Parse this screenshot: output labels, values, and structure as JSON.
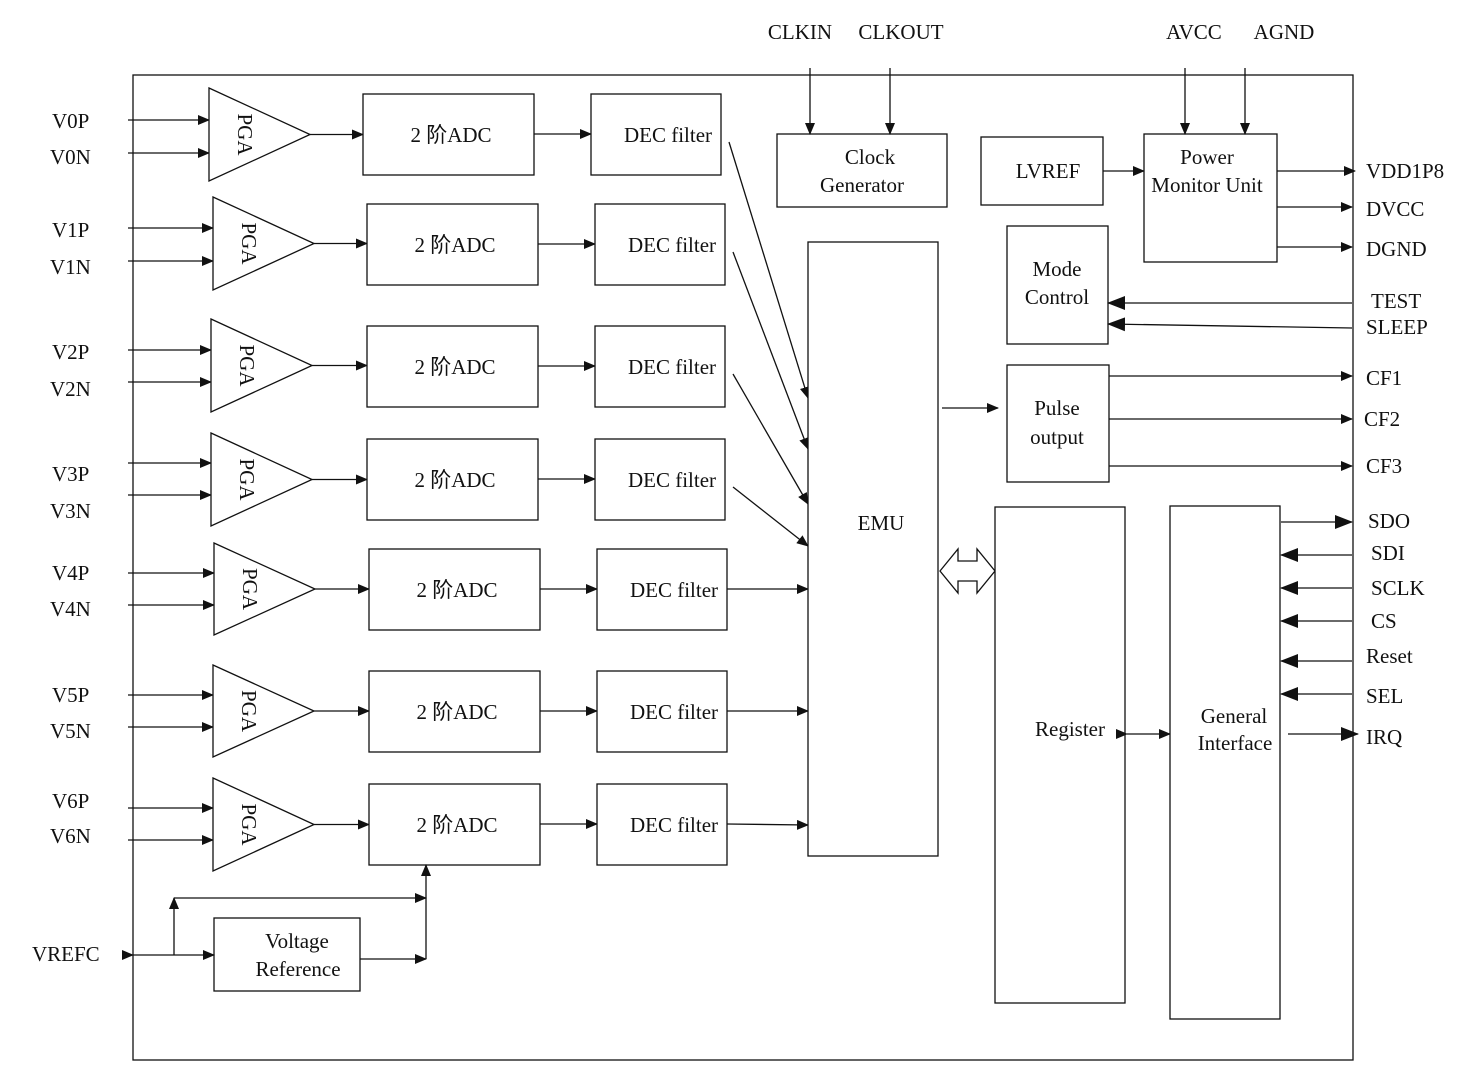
{
  "inputs": [
    {
      "p": "V0P",
      "n": "V0N"
    },
    {
      "p": "V1P",
      "n": "V1N"
    },
    {
      "p": "V2P",
      "n": "V2N"
    },
    {
      "p": "V3P",
      "n": "V3N"
    },
    {
      "p": "V4P",
      "n": "V4N"
    },
    {
      "p": "V5P",
      "n": "V5N"
    },
    {
      "p": "V6P",
      "n": "V6N"
    }
  ],
  "blocks": {
    "pga": "PGA",
    "adc": "2 阶ADC",
    "dec": "DEC filter",
    "clock_line1": "Clock",
    "clock_line2": "Generator",
    "lvref": "LVREF",
    "power_line1": "Power",
    "power_line2": "Monitor Unit",
    "mode_line1": "Mode",
    "mode_line2": "Control",
    "pulse_line1": "Pulse",
    "pulse_line2": "output",
    "emu": "EMU",
    "register": "Register",
    "gi_line1": "General",
    "gi_line2": "Interface",
    "vref_line1": "Voltage",
    "vref_line2": "Reference"
  },
  "pins": {
    "clkin": "CLKIN",
    "clkout": "CLKOUT",
    "avcc": "AVCC",
    "agnd": "AGND",
    "vdd1p8": "VDD1P8",
    "dvcc": "DVCC",
    "dgnd": "DGND",
    "test": "TEST",
    "sleep": "SLEEP",
    "cf1": "CF1",
    "cf2": "CF2",
    "cf3": "CF3",
    "sdo": "SDO",
    "sdi": "SDI",
    "sclk": "SCLK",
    "cs": "CS",
    "reset": "Reset",
    "sel": "SEL",
    "irq": "IRQ",
    "vrefc": "VREFC"
  }
}
